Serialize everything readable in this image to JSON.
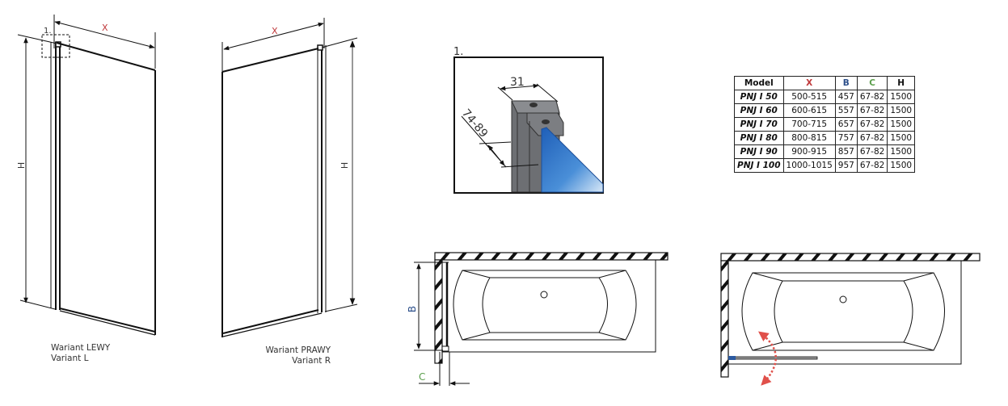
{
  "colors": {
    "x_label": "#c0393b",
    "b_label": "#2c4f8a",
    "c_label": "#5a9e4b",
    "swing_arrow": "#e0504a",
    "glass_blue": "#3b7fd0",
    "line": "#111111"
  },
  "left_view": {
    "width_label": "X",
    "height_label": "H",
    "detail_marker": "1.",
    "caption_line1": "Wariant LEWY",
    "caption_line2": "Variant L"
  },
  "right_view": {
    "width_label": "X",
    "height_label": "H",
    "caption_line1": "Wariant PRAWY",
    "caption_line2": "Variant R"
  },
  "detail_view": {
    "number": "1.",
    "profile_width": "31",
    "adjust_range": "74-89"
  },
  "plan_view_left": {
    "b_label": "B",
    "c_label": "C"
  },
  "plan_view_right": {
    "swing_icon": "swing-arrow"
  },
  "spec_table": {
    "headers": [
      "Model",
      "X",
      "B",
      "C",
      "H"
    ],
    "rows": [
      [
        "PNJ I 50",
        "500-515",
        "457",
        "67-82",
        "1500"
      ],
      [
        "PNJ I 60",
        "600-615",
        "557",
        "67-82",
        "1500"
      ],
      [
        "PNJ I 70",
        "700-715",
        "657",
        "67-82",
        "1500"
      ],
      [
        "PNJ I 80",
        "800-815",
        "757",
        "67-82",
        "1500"
      ],
      [
        "PNJ I 90",
        "900-915",
        "857",
        "67-82",
        "1500"
      ],
      [
        "PNJ I 100",
        "1000-1015",
        "957",
        "67-82",
        "1500"
      ]
    ]
  }
}
